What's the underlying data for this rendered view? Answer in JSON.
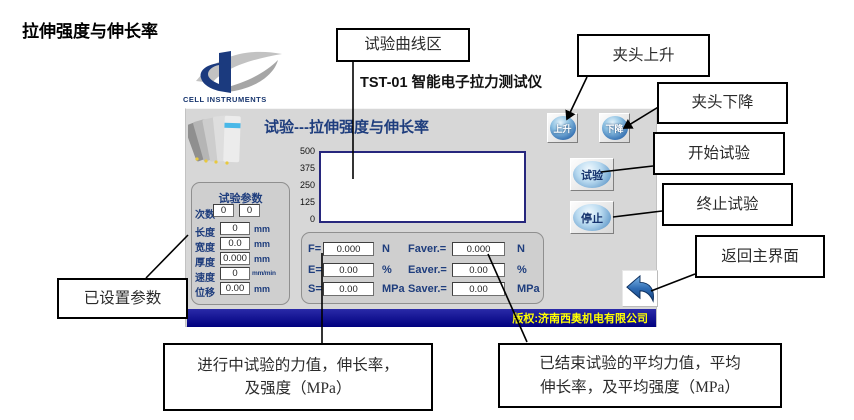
{
  "page": {
    "title": "拉伸强度与伸长率",
    "device_title": "TST-01  智能电子拉力测试仪",
    "brand": "CELL INSTRUMENTS"
  },
  "ui": {
    "header": "试验---拉伸强度与伸长率",
    "copyright": "版权:济南西奥机电有限公司",
    "buttons": {
      "up": "上升",
      "down": "下降",
      "test": "试验",
      "stop": "停止"
    },
    "chart": {
      "y_ticks": [
        "500",
        "375",
        "250",
        "125",
        "0"
      ]
    },
    "params": {
      "title": "试验参数",
      "count_label": "次数",
      "count_values": [
        "0",
        "0"
      ],
      "rows": [
        {
          "label": "长度",
          "value": "0",
          "unit": "mm"
        },
        {
          "label": "宽度",
          "value": "0.0",
          "unit": "mm"
        },
        {
          "label": "厚度",
          "value": "0.000",
          "unit": "mm"
        },
        {
          "label": "速度",
          "value": "0",
          "unit": "mm/min"
        },
        {
          "label": "位移",
          "value": "0.00",
          "unit": "mm"
        }
      ]
    },
    "readout": {
      "left": [
        {
          "label": "F=",
          "value": "0.000",
          "unit": "N"
        },
        {
          "label": "E=",
          "value": "0.00",
          "unit": "%"
        },
        {
          "label": "S=",
          "value": "0.00",
          "unit": "MPa"
        }
      ],
      "right": [
        {
          "label": "Faver.=",
          "value": "0.000",
          "unit": "N"
        },
        {
          "label": "Eaver.=",
          "value": "0.00",
          "unit": "%"
        },
        {
          "label": "Saver.=",
          "value": "0.00",
          "unit": "MPa"
        }
      ]
    }
  },
  "callouts": {
    "curve_area": "试验曲线区",
    "clamp_up": "夹头上升",
    "clamp_down": "夹头下降",
    "start_test": "开始试验",
    "stop_test": "终止试验",
    "return_main": "返回主界面",
    "set_params": "已设置参数",
    "running_values": "进行中试验的力值，伸长率，\n及强度（MPa）",
    "finished_values": "已结束试验的平均力值，平均\n伸长率，及平均强度（MPa）"
  },
  "colors": {
    "accent_navy": "#1e3d7d",
    "bar_navy": "#00007e",
    "bar_text_yellow": "#ffff00",
    "chart_border": "#27277d"
  }
}
